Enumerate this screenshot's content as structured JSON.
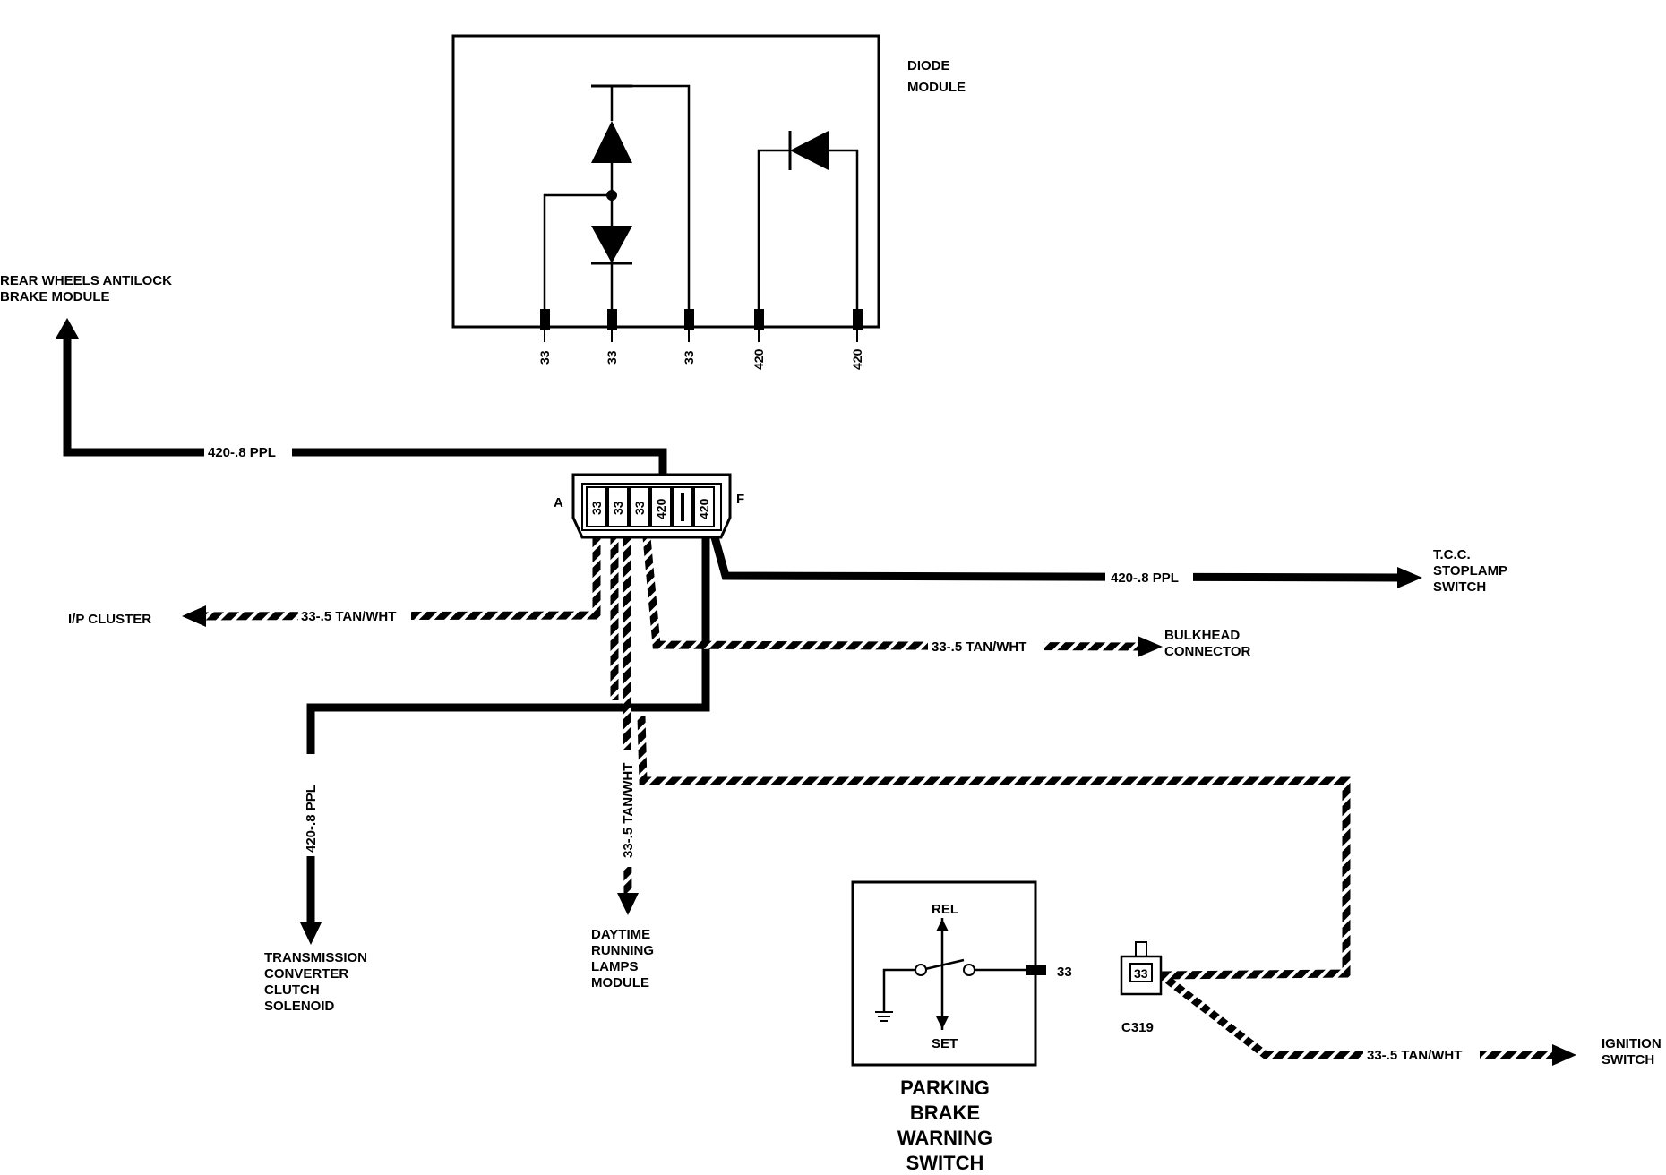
{
  "diode_module": {
    "title_line1": "DIODE",
    "title_line2": "MODULE",
    "pins": [
      "33",
      "33",
      "33",
      "420",
      "420"
    ]
  },
  "connector": {
    "left_label": "A",
    "right_label": "F",
    "cavities": [
      "33",
      "33",
      "33",
      "420",
      "",
      "420"
    ]
  },
  "wires": {
    "to_rear_abs": "420-.8 PPL",
    "to_tcc_stoplamp": "420-.8 PPL",
    "to_ip_cluster": "33-.5 TAN/WHT",
    "to_bulkhead": "33-.5 TAN/WHT",
    "to_transmission": "420-.8 PPL",
    "to_daytime": "33-.5 TAN/WHT",
    "to_ignition": "33-.5 TAN/WHT"
  },
  "destinations": {
    "rear_abs_line1": "REAR WHEELS ANTILOCK",
    "rear_abs_line2": "BRAKE MODULE",
    "tcc_line1": "T.C.C.",
    "tcc_line2": "STOPLAMP",
    "tcc_line3": "SWITCH",
    "ip_cluster": "I/P CLUSTER",
    "bulkhead_line1": "BULKHEAD",
    "bulkhead_line2": "CONNECTOR",
    "transmission_line1": "TRANSMISSION",
    "transmission_line2": "CONVERTER",
    "transmission_line3": "CLUTCH",
    "transmission_line4": "SOLENOID",
    "daytime_line1": "DAYTIME",
    "daytime_line2": "RUNNING",
    "daytime_line3": "LAMPS",
    "daytime_line4": "MODULE",
    "ignition_line1": "IGNITION",
    "ignition_line2": "SWITCH"
  },
  "parking_switch": {
    "rel": "REL",
    "set": "SET",
    "terminal": "33",
    "title_line1": "PARKING",
    "title_line2": "BRAKE",
    "title_line3": "WARNING",
    "title_line4": "SWITCH"
  },
  "c319": {
    "pin": "33",
    "label": "C319"
  }
}
